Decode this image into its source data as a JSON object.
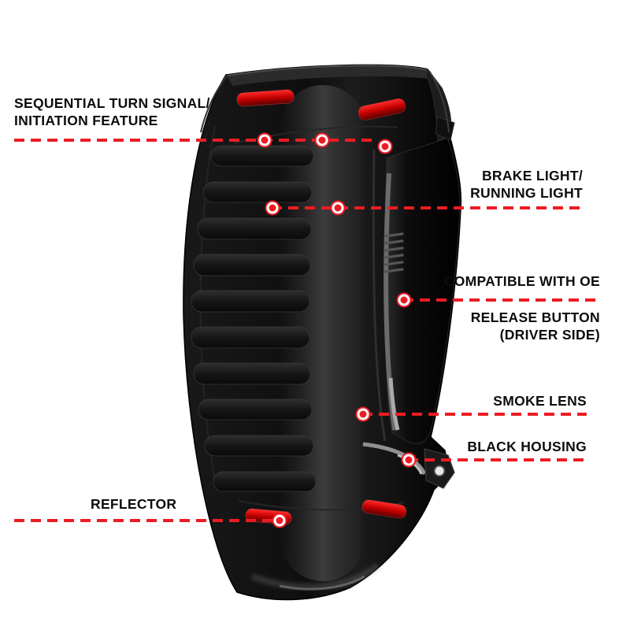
{
  "colors": {
    "callout_red": "#ec1c24",
    "label_text": "#0d0d0d",
    "background": "#ffffff",
    "housing_black": "#0a0a0a",
    "reflector_red": "#c40000"
  },
  "callouts": {
    "turn_signal": {
      "line1": "SEQUENTIAL TURN SIGNAL/",
      "line2": "INITIATION FEATURE"
    },
    "brake_light": {
      "line1": "BRAKE LIGHT/",
      "line2": "RUNNING LIGHT"
    },
    "oe_release": {
      "line1": "COMPATIBLE WITH OE",
      "line2": "RELEASE BUTTON",
      "line3": "(DRIVER SIDE)"
    },
    "smoke_lens": {
      "label": "SMOKE LENS"
    },
    "black_housing": {
      "label": "BLACK HOUSING"
    },
    "reflector": {
      "label": "REFLECTOR"
    }
  }
}
